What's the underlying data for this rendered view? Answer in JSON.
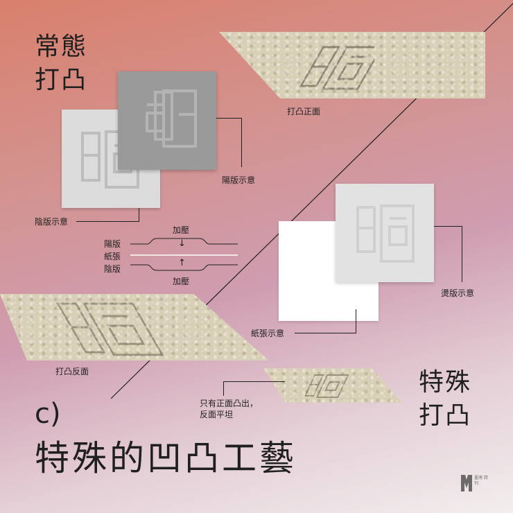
{
  "headings": {
    "normal_line1": "常態",
    "normal_line2": "打凸",
    "special_line1": "特殊",
    "special_line2": "打凸"
  },
  "labels": {
    "front": "打凸正面",
    "positive_plate": "陽版示意",
    "negative_plate": "陰版示意",
    "hot_plate": "燙版示意",
    "paper_demo": "紙張示意",
    "back": "打凸反面",
    "only_front_line1": "只有正面凸出，",
    "only_front_line2": "反面平坦"
  },
  "press_diagram": {
    "pressure_top": "加壓",
    "pressure_bottom": "加壓",
    "plate_positive": "陽版",
    "paper": "紙張",
    "plate_negative": "陰版"
  },
  "title": {
    "section": "c)",
    "main": "特殊的凹凸工藝"
  },
  "colors": {
    "bg_top_left": "#d9806d",
    "bg_mid": "#cf9db1",
    "bg_bottom": "#f2eeee",
    "paper": "#d8cfb6",
    "positive_plate": "#9a9a9a",
    "negative_plate": "#dcdcdc",
    "hot_plate": "#e2e2e2",
    "paper_card": "#ffffff"
  },
  "logo": {
    "text": "臺灣 詩刊",
    "icon": "publisher-logo-icon"
  }
}
